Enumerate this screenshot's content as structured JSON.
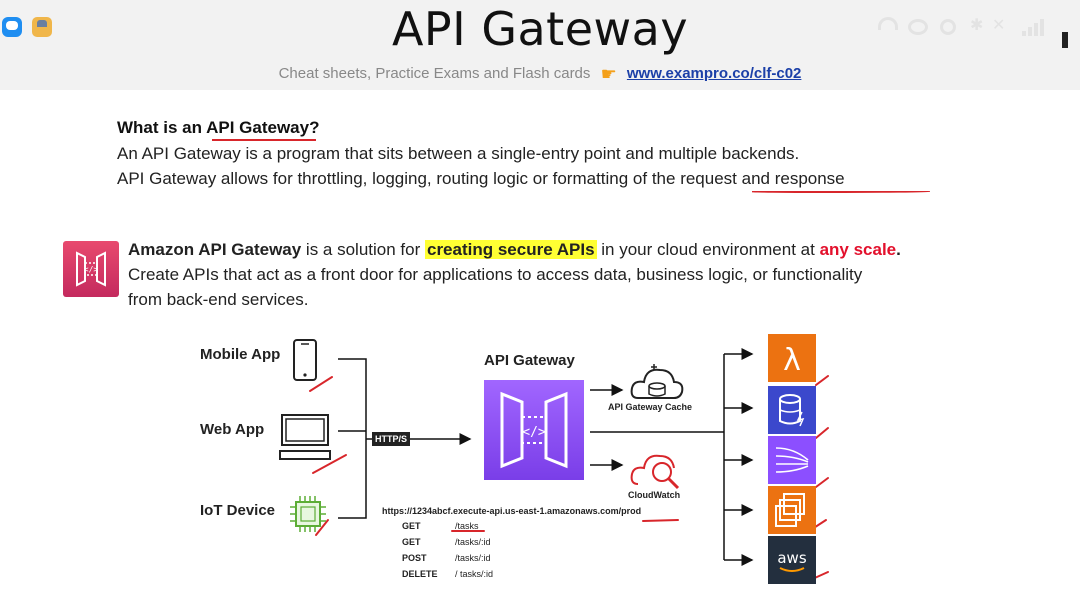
{
  "header": {
    "title": "API Gateway",
    "subtitle_text": "Cheat sheets, Practice Exams and Flash cards",
    "link": "www.exampro.co/clf-c02"
  },
  "intro": {
    "question": "What is an API Gateway?",
    "line1": "An API Gateway is a program that sits between a single-entry point and multiple backends.",
    "line2_prefix": "API Gateway allows for throttling, logging, routing logic or formatting of the ",
    "line2_emph": "request and response"
  },
  "service": {
    "name": "Amazon API Gateway",
    "text_a": " is a solution for ",
    "highlight": "creating secure APIs",
    "text_b": " in your cloud environment at ",
    "scale": "any scale",
    "period": ".",
    "line2": "Create APIs that act as a front door for applications to access data, business logic, or functionality",
    "line3": "from back-end services."
  },
  "diagram": {
    "clients": [
      "Mobile App",
      "Web App",
      "IoT Device"
    ],
    "protocol": "HTTP/S",
    "gateway_label": "API Gateway",
    "cache_label": "API Gateway Cache",
    "cloudwatch_label": "CloudWatch",
    "endpoint": "https://1234abcf.execute-api.us-east-1.amazonaws.com/prod",
    "routes": [
      {
        "method": "GET",
        "path": "/tasks"
      },
      {
        "method": "GET",
        "path": "/tasks/:id"
      },
      {
        "method": "POST",
        "path": "/tasks/:id"
      },
      {
        "method": "DELETE",
        "path": "/ tasks/:id"
      }
    ],
    "aws_logo_text": "aws",
    "colors": {
      "lambda": "#ec7211",
      "dynamodb": "#3b48cc",
      "kinesis": "#8c4fff",
      "ec2": "#ec7211",
      "aws": "#232f3e",
      "gateway": "#8c4fff",
      "annotation": "#d8262b"
    }
  }
}
